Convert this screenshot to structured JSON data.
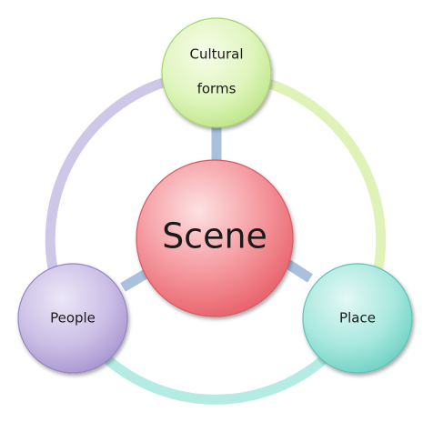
{
  "diagram": {
    "center": {
      "label": "Scene"
    },
    "nodes": [
      {
        "id": "cultural-forms",
        "lines": [
          "Cultural",
          "forms"
        ],
        "color": "#c8ec9a"
      },
      {
        "id": "people",
        "lines": [
          "People"
        ],
        "color": "#b3a3d8"
      },
      {
        "id": "place",
        "lines": [
          "Place"
        ],
        "color": "#7fd9cc"
      }
    ],
    "colors": {
      "center_fill": "#ef6f77",
      "connector": "#a9c0de",
      "ring_top_left": "#cfc7e8",
      "ring_top_right": "#dff3b8",
      "ring_bottom": "#b4ece4"
    }
  }
}
